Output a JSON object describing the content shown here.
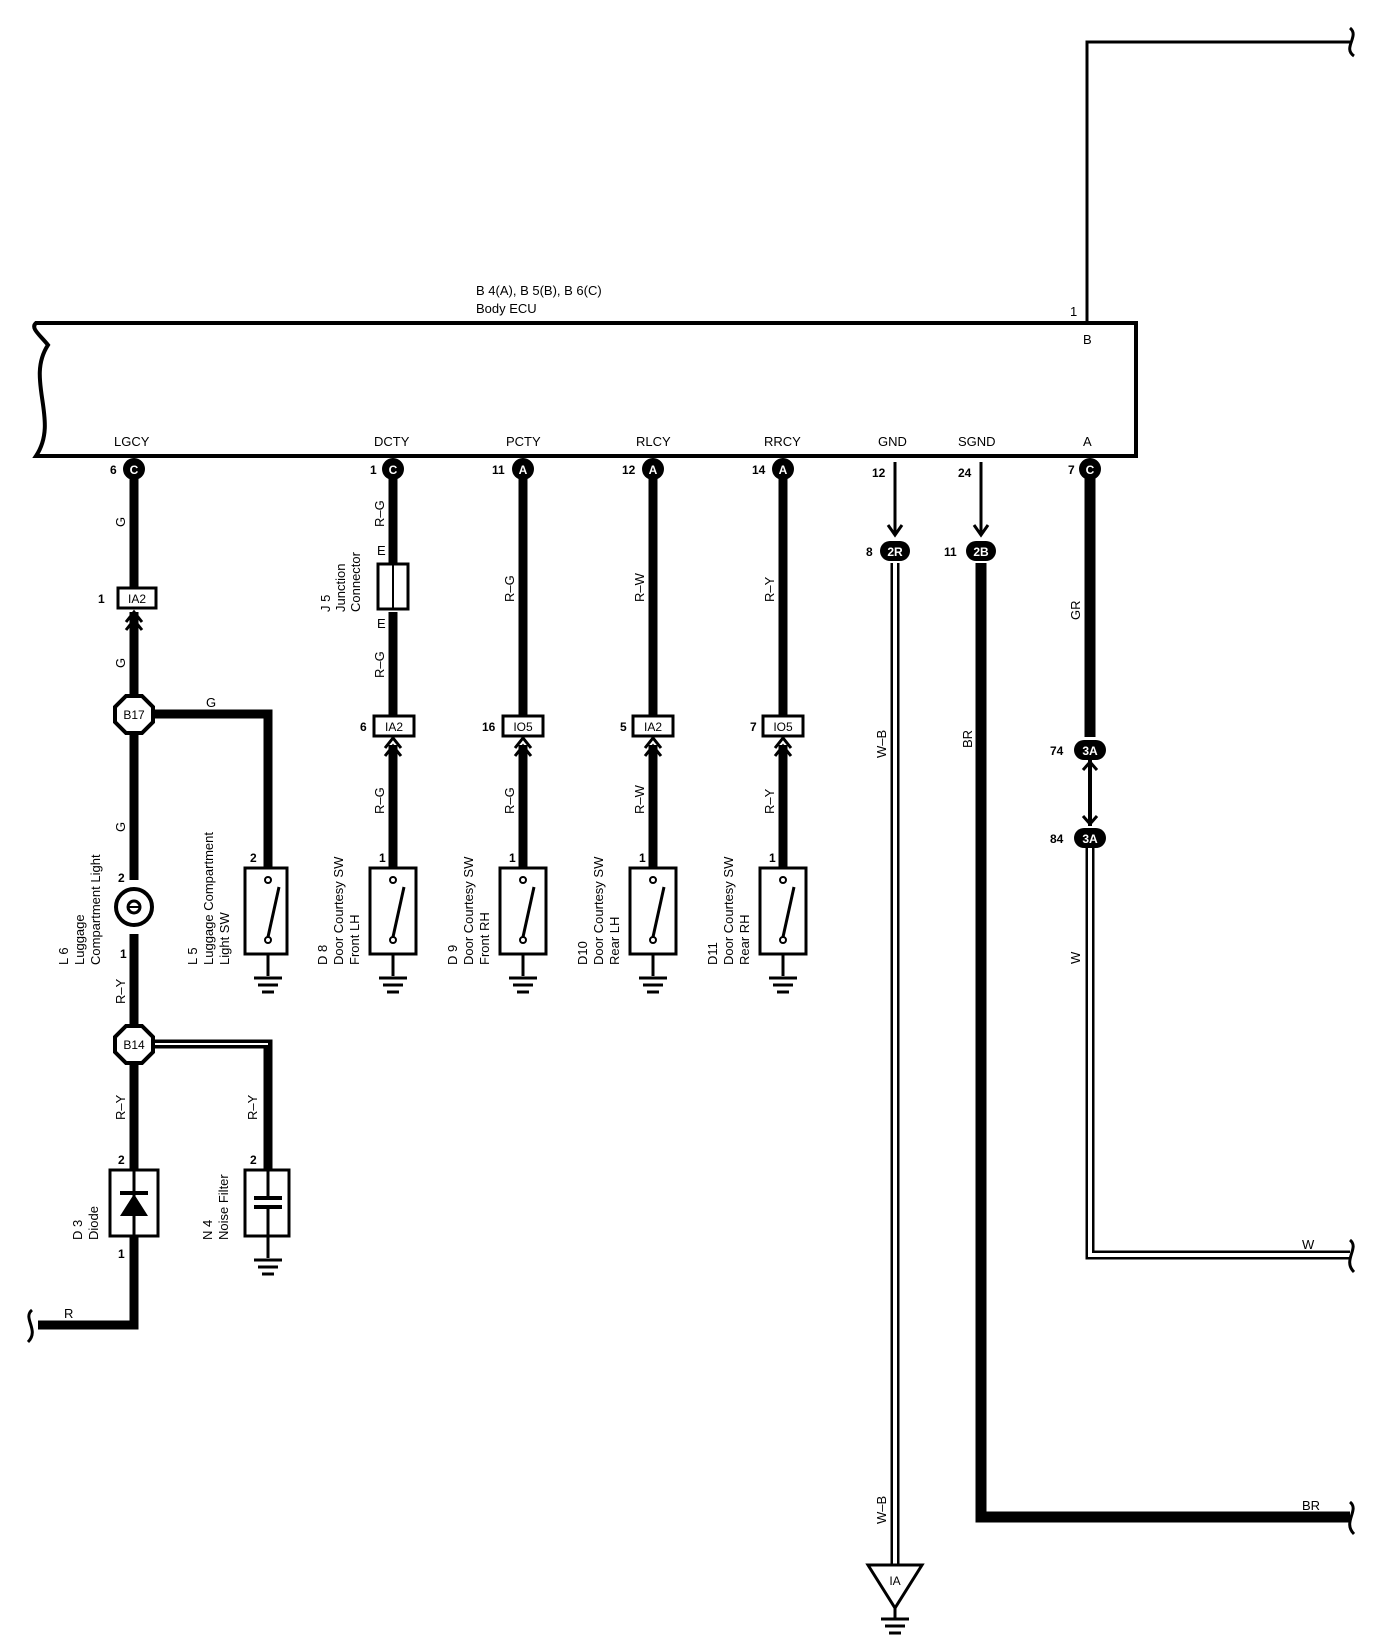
{
  "ecu": {
    "title_line1": "B 4(A), B 5(B), B 6(C)",
    "title_line2": "Body ECU",
    "top_pin": "1",
    "top_conn": "B",
    "terminals": {
      "lgcy": "LGCY",
      "dcty": "DCTY",
      "pcty": "PCTY",
      "rlcy": "RLCY",
      "rrcy": "RRCY",
      "gnd": "GND",
      "sgnd": "SGND",
      "a": "A"
    }
  },
  "pins": {
    "lgcy": {
      "num": "6",
      "conn": "C"
    },
    "dcty": {
      "num": "1",
      "conn": "C"
    },
    "pcty": {
      "num": "11",
      "conn": "A"
    },
    "rlcy": {
      "num": "12",
      "conn": "A"
    },
    "rrcy": {
      "num": "14",
      "conn": "A"
    },
    "gnd": {
      "num": "12"
    },
    "sgnd": {
      "num": "24"
    },
    "a": {
      "num": "7",
      "conn": "C"
    }
  },
  "wires": {
    "g1": "G",
    "g2": "G",
    "g3": "G",
    "g_branch": "G",
    "ry1": "R–Y",
    "ry2": "R–Y",
    "ry_noise": "R–Y",
    "r_out": "R",
    "rg1": "R–G",
    "rg2": "R–G",
    "rg3": "R–G",
    "pcty_up": "R–G",
    "pcty_dn": "R–G",
    "rlcy_up": "R–W",
    "rlcy_dn": "R–W",
    "rrcy_up": "R–Y",
    "rrcy_dn": "R–Y",
    "wb1": "W–B",
    "wb2": "W–B",
    "br1": "BR",
    "br2": "BR",
    "gr": "GR",
    "w1": "W",
    "w2": "W",
    "junction_e1": "E",
    "junction_e2": "E"
  },
  "connectors": {
    "ia2_top": {
      "pin": "1",
      "id": "IA2"
    },
    "ia2_dcty": {
      "pin": "6",
      "id": "IA2"
    },
    "io5_pcty": {
      "pin": "16",
      "id": "IO5"
    },
    "ia2_rlcy": {
      "pin": "5",
      "id": "IA2"
    },
    "io5_rrcy": {
      "pin": "7",
      "id": "IO5"
    },
    "c2r": {
      "pin": "8",
      "id": "2R"
    },
    "c2b": {
      "pin": "11",
      "id": "2B"
    },
    "c3a_top": {
      "pin": "74",
      "id": "3A"
    },
    "c3a_bot": {
      "pin": "84",
      "id": "3A"
    },
    "ground_ia": "IA"
  },
  "junctions": {
    "b17": "B17",
    "b14": "B14"
  },
  "components": {
    "l6": {
      "id": "L 6",
      "name1": "Luggage",
      "name2": "Compartment Light",
      "pin_top": "2",
      "pin_bot": "1"
    },
    "l5": {
      "id": "L 5",
      "name1": "Luggage Compartment",
      "name2": "Light SW",
      "pin": "2"
    },
    "d8": {
      "id": "D 8",
      "name1": "Door Courtesy SW",
      "name2": "Front LH",
      "pin": "1"
    },
    "d9": {
      "id": "D 9",
      "name1": "Door Courtesy SW",
      "name2": "Front RH",
      "pin": "1"
    },
    "d10": {
      "id": "D10",
      "name1": "Door Courtesy SW",
      "name2": "Rear LH",
      "pin": "1"
    },
    "d11": {
      "id": "D11",
      "name1": "Door Courtesy SW",
      "name2": "Rear RH",
      "pin": "1"
    },
    "j5": {
      "id": "J 5",
      "name1": "Junction",
      "name2": "Connector"
    },
    "d3": {
      "id": "D 3",
      "name1": "Diode",
      "pin_top": "2",
      "pin_bot": "1"
    },
    "n4": {
      "id": "N 4",
      "name1": "Noise Filter",
      "pin": "2"
    }
  }
}
